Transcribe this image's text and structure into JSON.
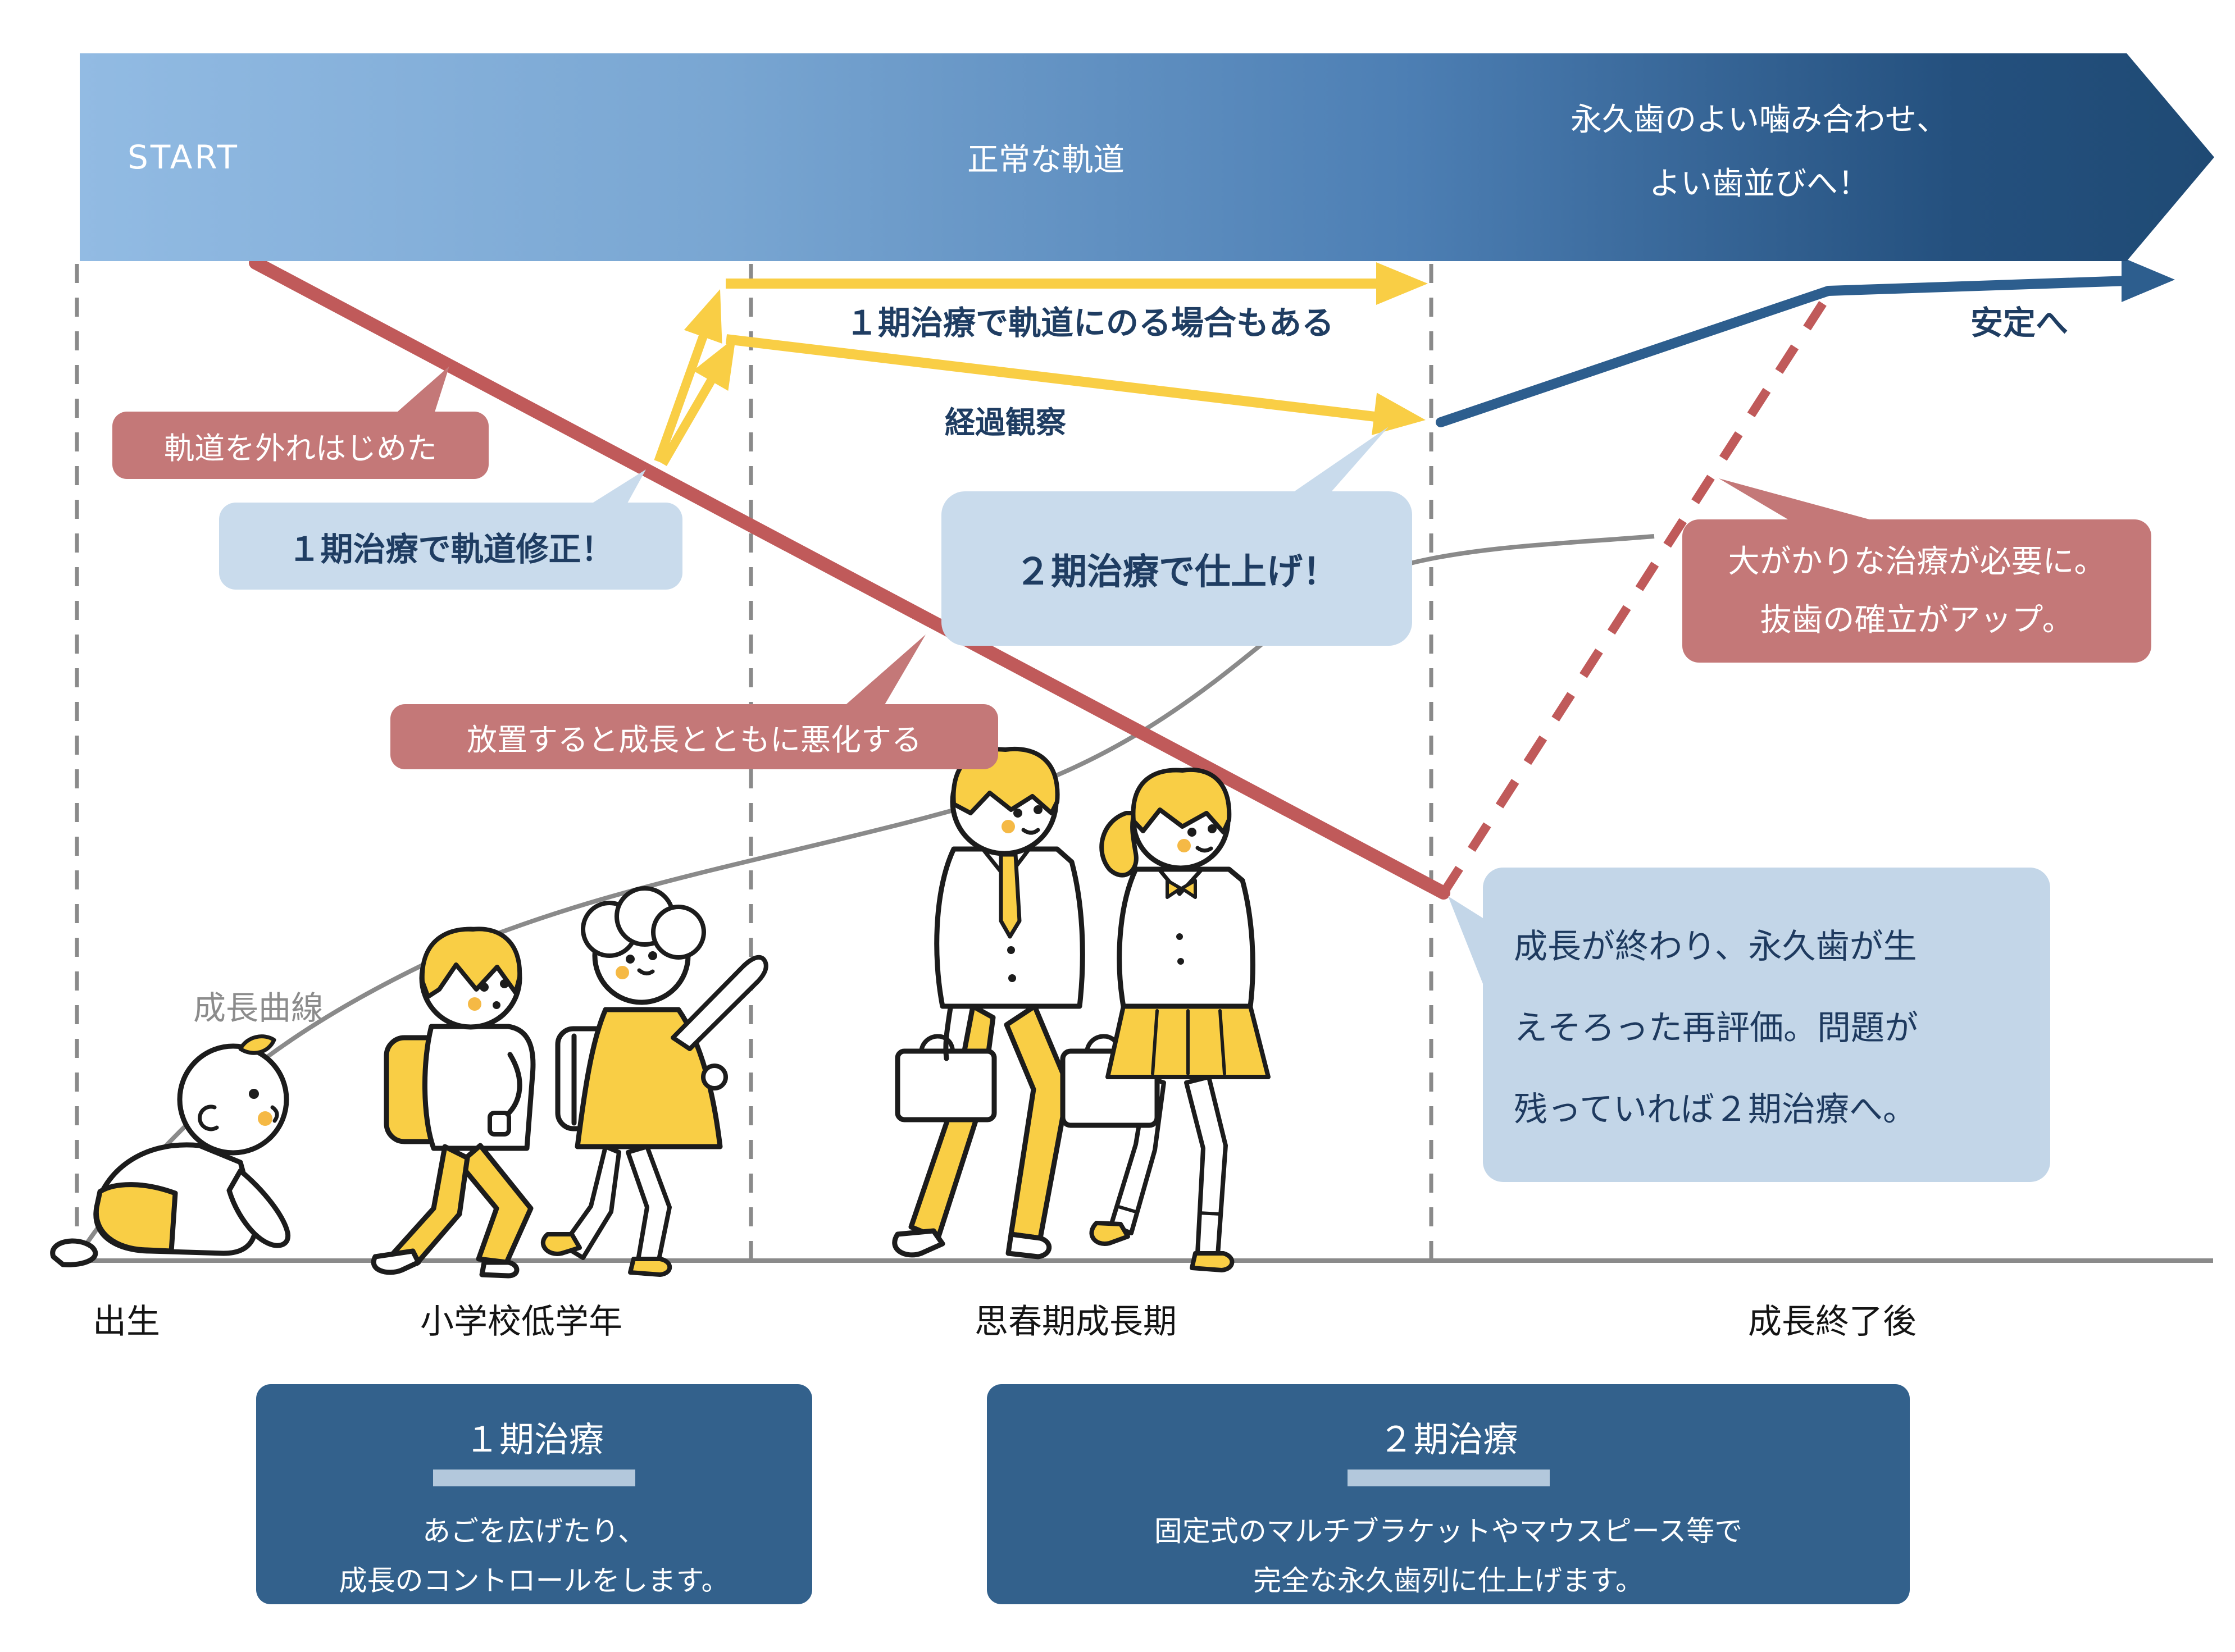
{
  "banner": {
    "start_label": "START",
    "middle_label": "正常な軌道",
    "right_line1": "永久歯のよい噛み合わせ、",
    "right_line2": "よい歯並びへ！"
  },
  "annotations": {
    "off_track": "軌道を外れはじめた",
    "phase1_fix": "１期治療で軌道修正！",
    "phase1_case": "１期治療で軌道にのる場合もある",
    "follow_up": "経過観察",
    "phase2_finish": "２期治療で仕上げ！",
    "neglect": "放置すると成長とともに悪化する",
    "major_line1": "大がかりな治療が必要に。",
    "major_line2": "抜歯の確立がアップ。",
    "stability": "安定へ",
    "growth_curve": "成長曲線",
    "reeval_line1": "成長が終わり、永久歯が生",
    "reeval_line2": "えそろった再評価。問題が",
    "reeval_line3": "残っていれば２期治療へ。"
  },
  "axis": {
    "labels": [
      "出生",
      "小学校低学年",
      "思春期成長期",
      "成長終了後"
    ]
  },
  "phase_boxes": [
    {
      "title": "１期治療",
      "line1": "あごを広げたり、",
      "line2": "成長のコントロールをします。"
    },
    {
      "title": "２期治療",
      "line1": "固定式のマルチブラケットやマウスピース等で",
      "line2": "完全な永久歯列に仕上げます。"
    }
  ],
  "colors": {
    "banner_light": "#92bbe3",
    "banner_dark": "#1f4a74",
    "red_line": "#c05a5a",
    "red_bubble": "#c47878",
    "yellow": "#f9ce45",
    "blue_line": "#2d5e8e",
    "light_blue_bubble": "#c9dbec",
    "reeval_box": "#c3d6e8",
    "phase_box": "#33618c",
    "navy_text": "#1f3d62",
    "gray": "#8c8c8c"
  }
}
